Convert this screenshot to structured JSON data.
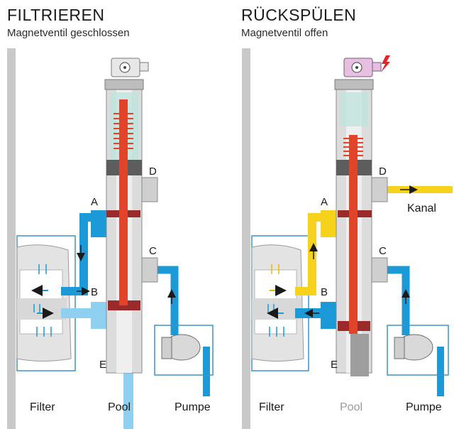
{
  "panels": [
    {
      "title": "FILTRIEREN",
      "subtitle": "Magnetventil geschlossen",
      "labels": {
        "A": "A",
        "B": "B",
        "C": "C",
        "D": "D",
        "E": "E"
      },
      "bottom": {
        "filter": "Filter",
        "pool": "Pool",
        "pumpe": "Pumpe"
      }
    },
    {
      "title": "RÜCKSPÜLEN",
      "subtitle": "Magnetventil offen",
      "labels": {
        "A": "A",
        "B": "B",
        "C": "C",
        "D": "D",
        "E": "E"
      },
      "kanal": "Kanal",
      "bottom": {
        "filter": "Filter",
        "pool": "Pool",
        "pumpe": "Pumpe"
      }
    }
  ],
  "colors": {
    "water": "#1b9ad7",
    "water_light": "#8fd0f0",
    "backwash": "#f7d21c",
    "rod": "#e0452b",
    "wall": "#c9c9c9",
    "valve_pink": "#e6bfe2",
    "spark": "#e3242b"
  }
}
